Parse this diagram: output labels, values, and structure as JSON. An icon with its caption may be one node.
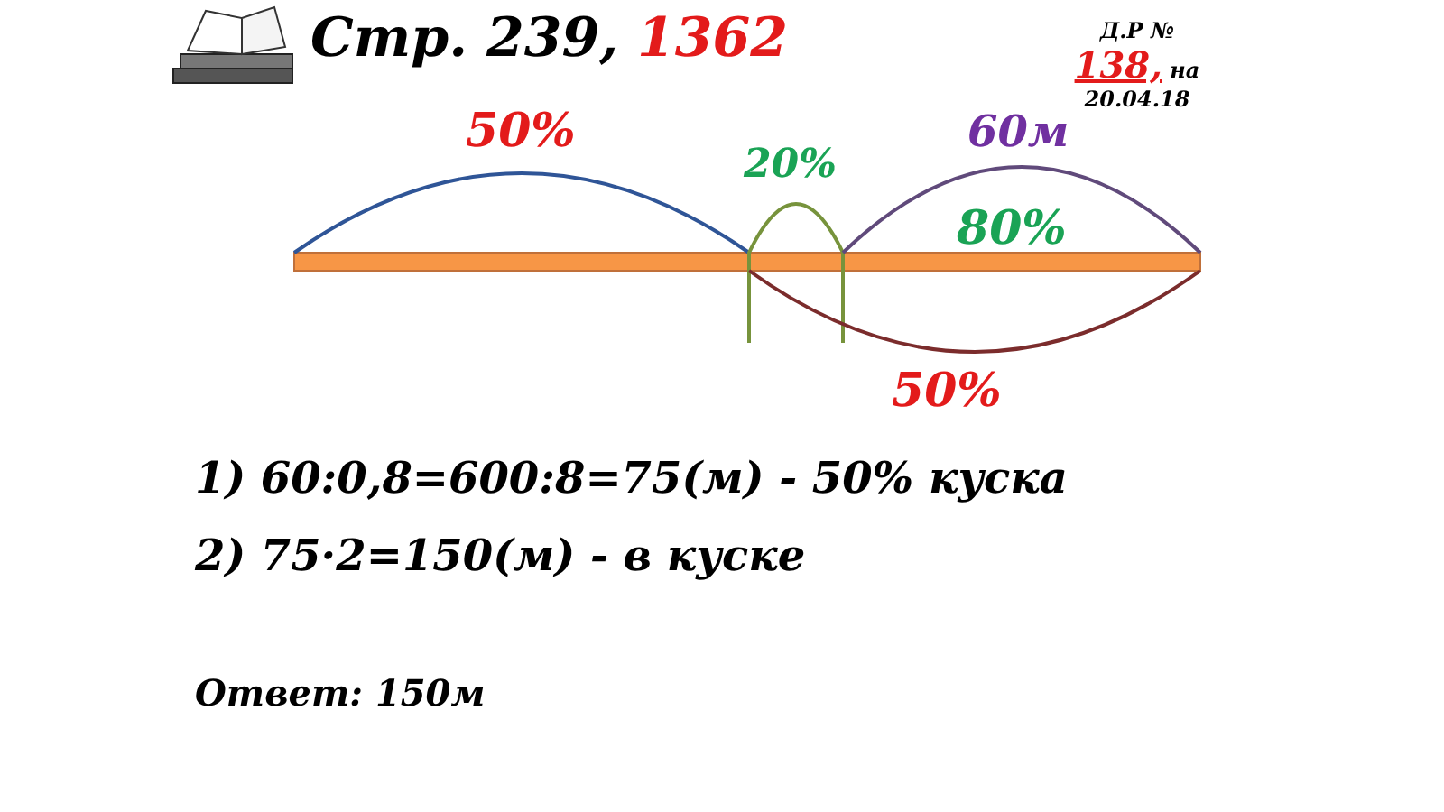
{
  "diagram": {
    "title": "Стр. 239, 1362",
    "labels": [
      "Д.Р № 138, на 20.04.18",
      "50%",
      "20%",
      "60м",
      "80%",
      "50%",
      "1) 60:0,8=600:8=75(м) - 50% куска",
      "2) 75·2=150(м) - в куске",
      "Ответ:  150м"
    ]
  }
}
